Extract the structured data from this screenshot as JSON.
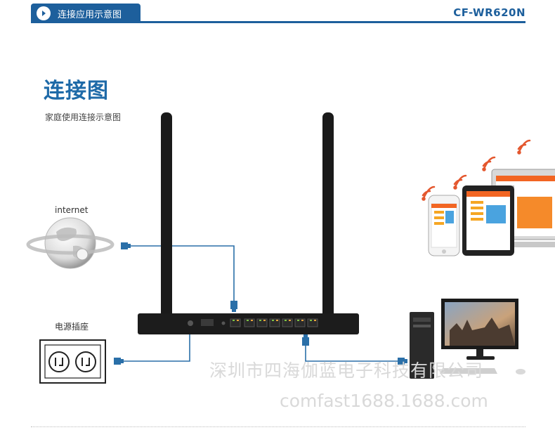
{
  "header": {
    "section_title": "连接应用示意图",
    "model": "CF-WR620N"
  },
  "main": {
    "title": "连接图",
    "subtitle": "家庭使用连接示意图"
  },
  "labels": {
    "internet": "internet",
    "power_socket": "电源插座"
  },
  "watermarks": {
    "company": "深圳市四海伽蓝电子科技有限公司",
    "website": "comfast1688.1688.com"
  },
  "colors": {
    "brand_blue": "#1d5f9c",
    "cable": "#2a6fa8",
    "device_black": "#1a1a1a"
  },
  "icons": [
    "play-icon",
    "globe-icon",
    "power-outlet-icon",
    "wifi-icon",
    "ethernet-plug-icon"
  ]
}
